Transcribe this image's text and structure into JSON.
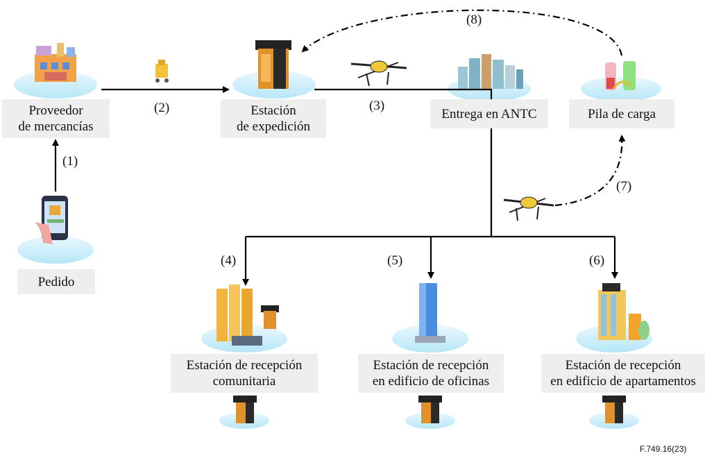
{
  "nodes": {
    "supplier": [
      "Proveedor",
      "de mercancías"
    ],
    "dispatch": [
      "Estación",
      "de expedición"
    ],
    "antc": [
      "Entrega en ANTC"
    ],
    "charger": [
      "Pila de carga"
    ],
    "order": [
      "Pedido"
    ],
    "community": [
      "Estación de recepción",
      "comunitaria"
    ],
    "office": [
      "Estación de recepción",
      "en edificio de oficinas"
    ],
    "apartment": [
      "Estación de recepción",
      "en edificio de apartamentos"
    ]
  },
  "steps": [
    "(1)",
    "(2)",
    "(3)",
    "(4)",
    "(5)",
    "(6)",
    "(7)",
    "(8)"
  ],
  "figure_code": "F.749.16(23)",
  "icons": [
    "factory-icon",
    "delivery-robot-icon",
    "dispatch-locker-icon",
    "drone-icon",
    "city-icon",
    "charging-pile-icon",
    "phone-order-icon",
    "community-buildings-icon",
    "office-tower-icon",
    "apartment-building-icon",
    "locker-icon"
  ]
}
